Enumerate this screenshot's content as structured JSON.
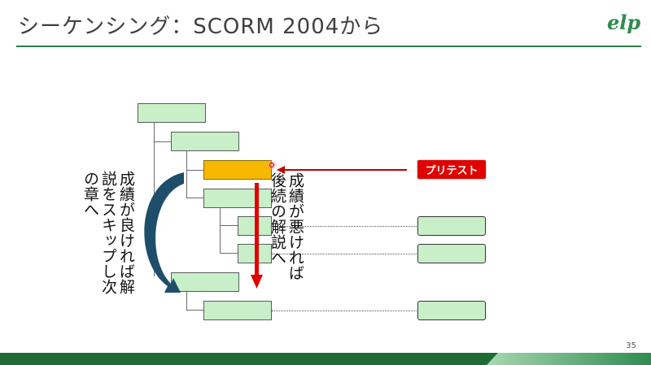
{
  "slide": {
    "title": "シーケンシング：SCORM 2004から",
    "page_number": "35",
    "logo_text": "elp"
  },
  "diagram": {
    "pretest_label": "プリテスト",
    "left_annotation": "成績が良ければ解説をスキップし次の章へ",
    "right_annotation": "成績が悪ければ後続の解説へ"
  },
  "colors": {
    "brand_green": "#2e7d4a",
    "box_fill": "#c9efc9",
    "target_fill": "#f7b800",
    "arrow_red": "#e00000",
    "arrow_blue": "#1f4e6b"
  }
}
